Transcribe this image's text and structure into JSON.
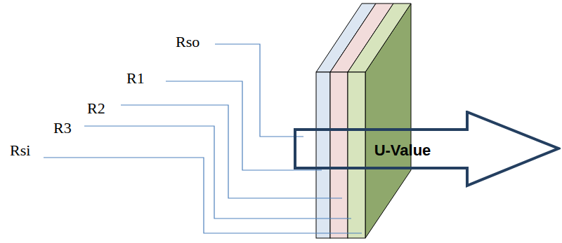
{
  "diagram": {
    "nodes": [
      {
        "text": [
          "U-Value"
        ]
      }
    ],
    "labels": [
      "Rso",
      "R1",
      "R2",
      "R3",
      "Rsi"
    ]
  }
}
